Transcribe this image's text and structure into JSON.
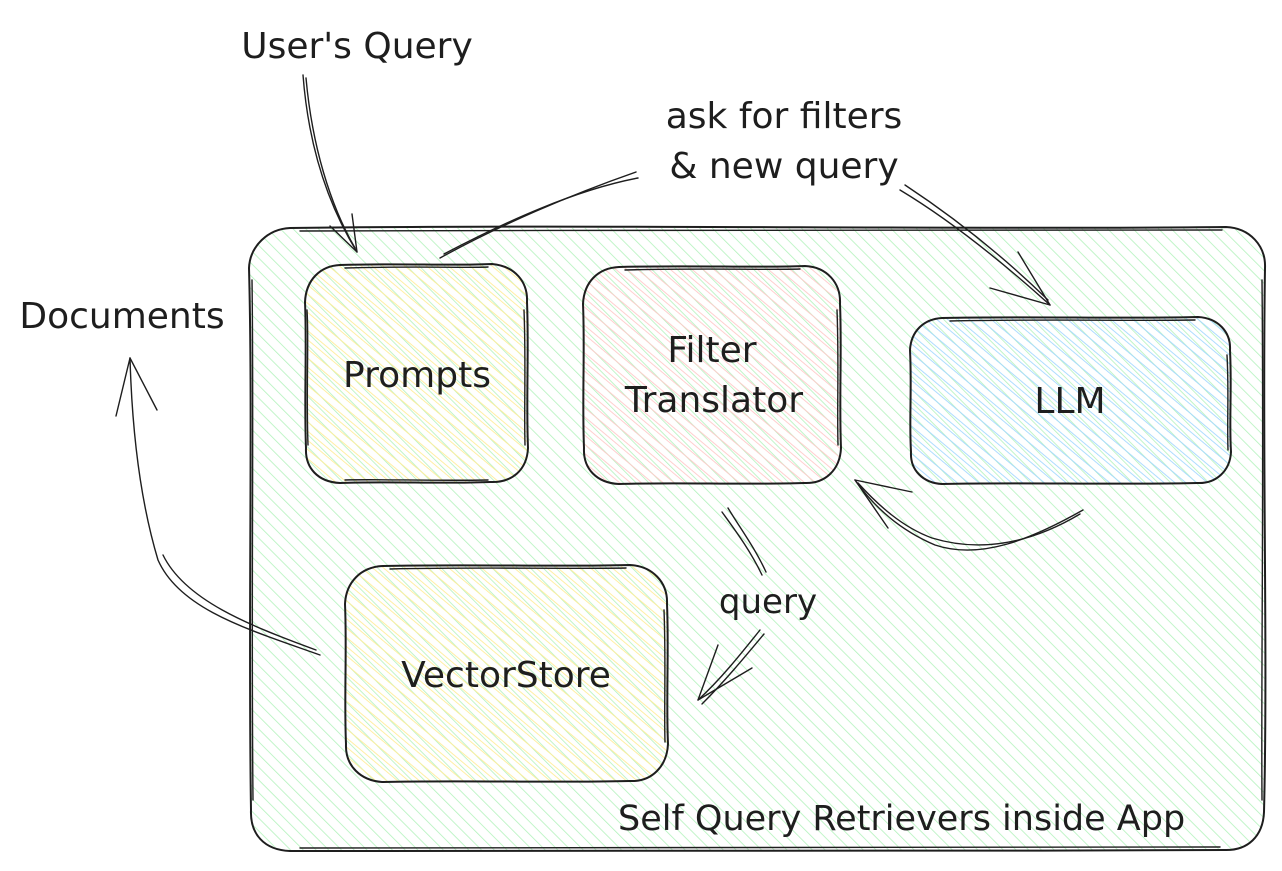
{
  "labels": {
    "users_query": "User's Query",
    "ask_filters_line1": "ask for filters",
    "ask_filters_line2": "& new query",
    "documents": "Documents",
    "query": "query",
    "container_caption": "Self Query Retrievers inside App"
  },
  "nodes": {
    "prompts": "Prompts",
    "filter_translator_line1": "Filter",
    "filter_translator_line2": "Translator",
    "llm": "LLM",
    "vectorstore": "VectorStore"
  },
  "colors": {
    "container_hatch": "#b2f2bb",
    "prompts_hatch": "#ffec99",
    "filter_hatch": "#ffc9c9",
    "llm_hatch": "#a5d8ff",
    "vectorstore_hatch": "#ffec99",
    "stroke": "#1e1e1e"
  }
}
